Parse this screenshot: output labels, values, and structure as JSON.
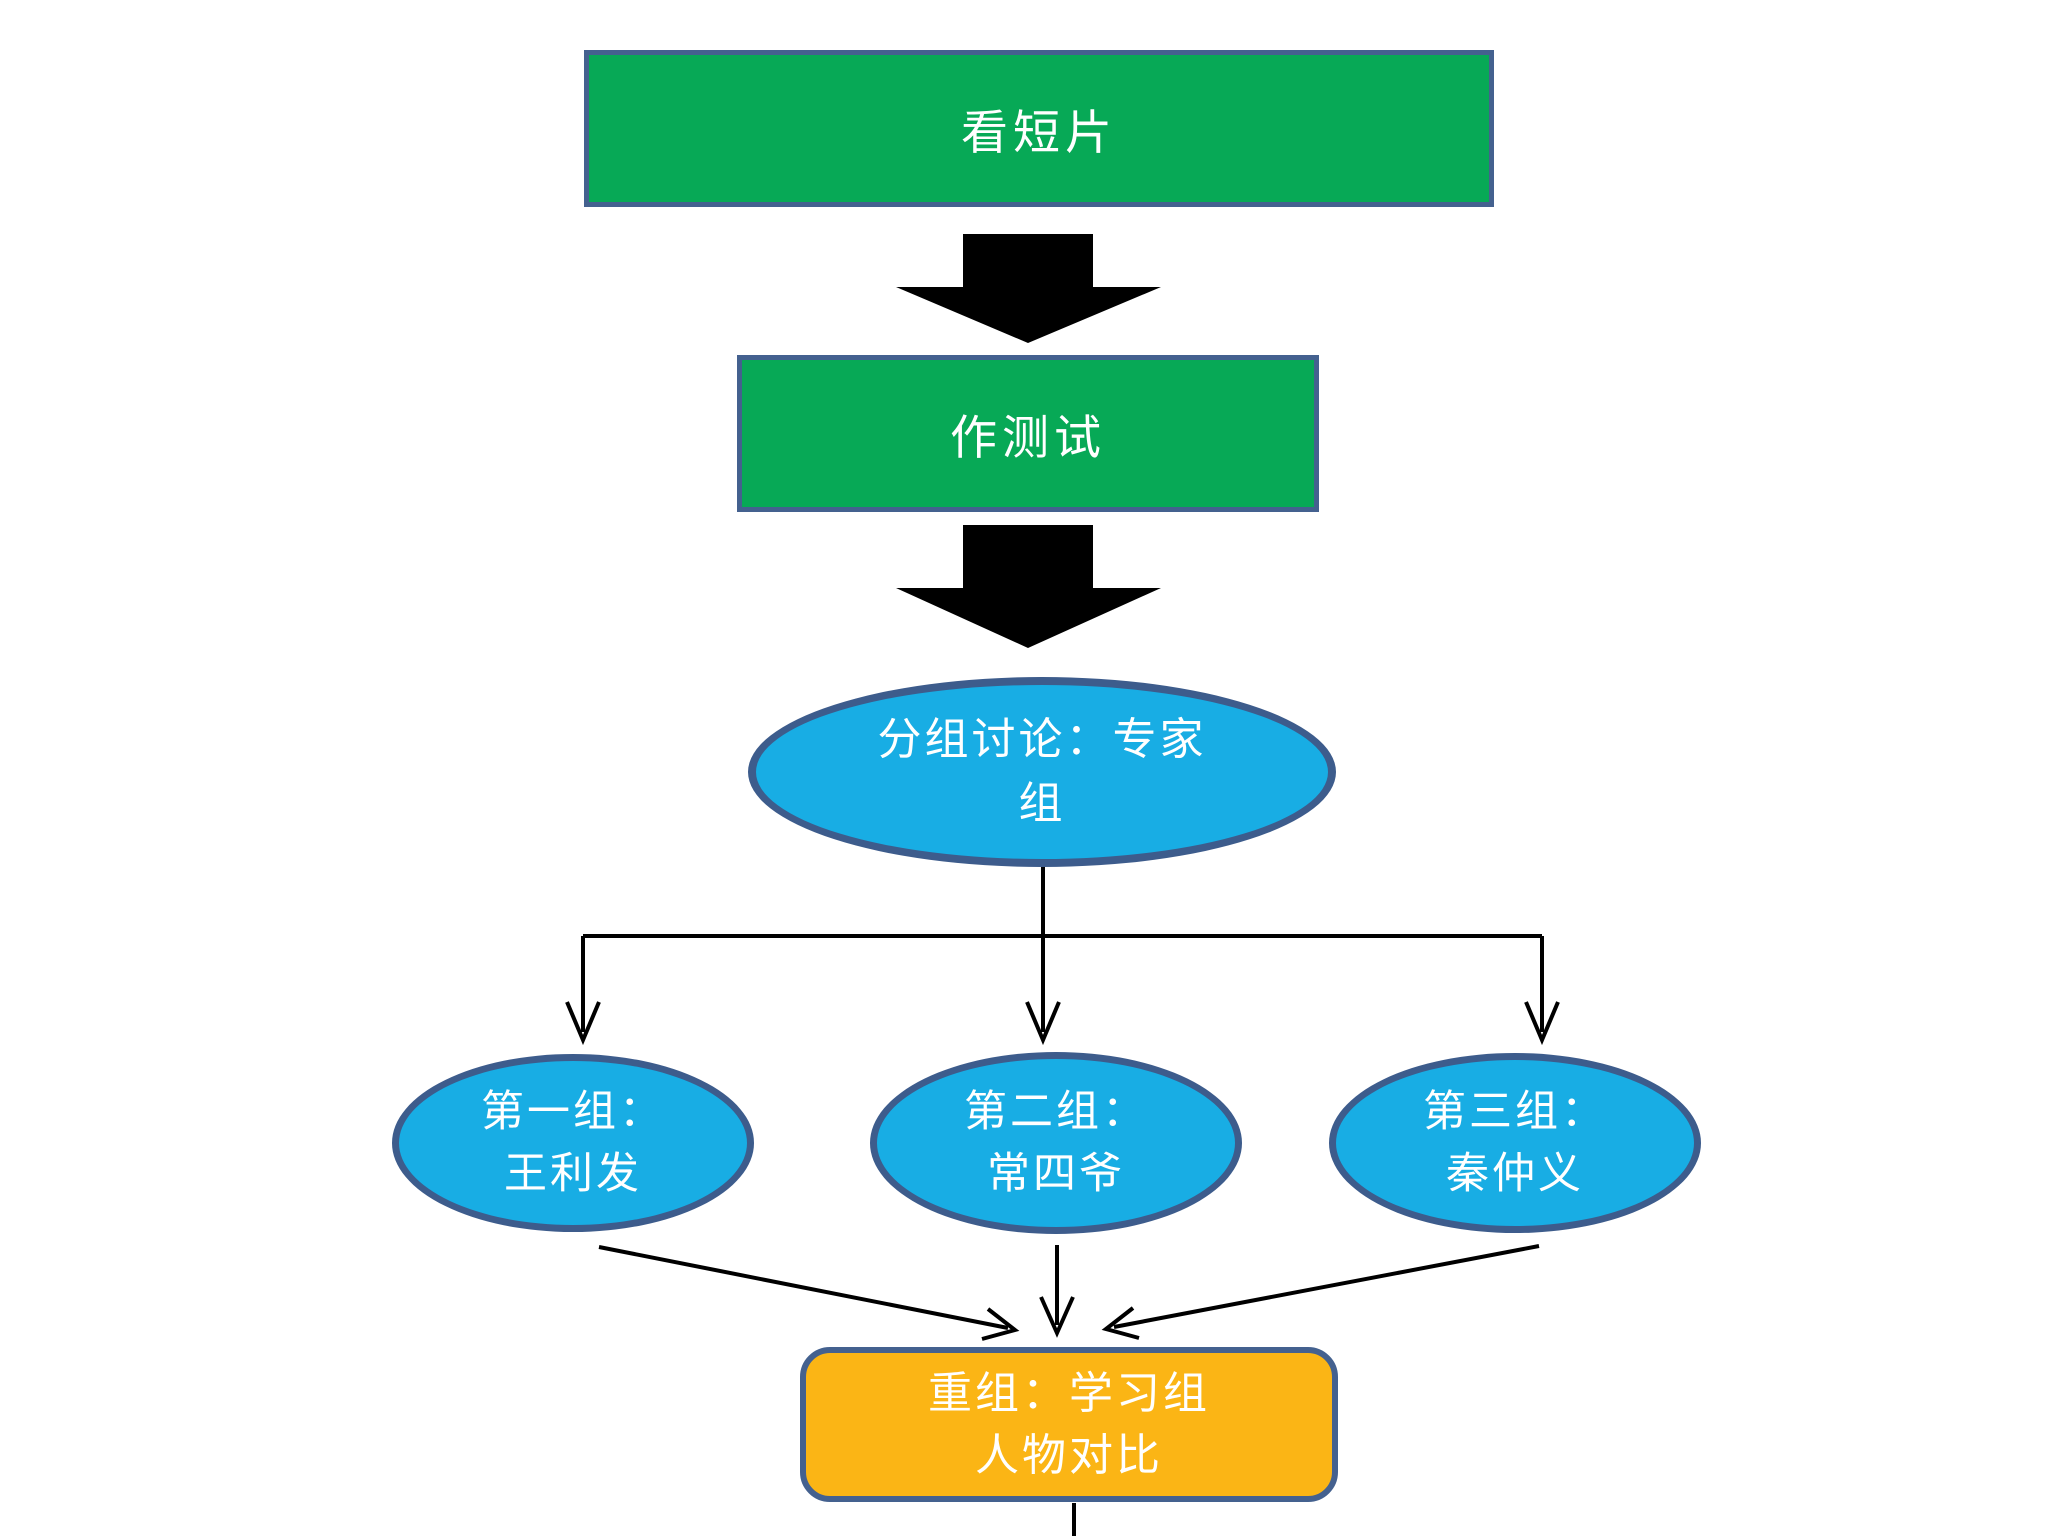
{
  "diagram": {
    "type": "flowchart",
    "background": "#ffffff",
    "colors": {
      "step_fill_green": "#07A956",
      "group_fill_blue": "#18ADE4",
      "result_fill_orange": "#FBB515",
      "outline_navy": "#44618F",
      "arrow_black": "#000000",
      "text_white": "#FFFFFF"
    },
    "nodes": {
      "watch_video": {
        "label": "看短片"
      },
      "take_test": {
        "label": "作测试"
      },
      "expert_discussion": {
        "line1": "分组讨论：专家",
        "line2": "组"
      },
      "group1": {
        "line1": "第一组：",
        "line2": "王利发"
      },
      "group2": {
        "line1": "第二组：",
        "line2": "常四爷"
      },
      "group3": {
        "line1": "第三组：",
        "line2": "秦仲义"
      },
      "regroup": {
        "line1": "重组：学习组",
        "line2": "人物对比"
      }
    },
    "edges": [
      "watch_video -> take_test",
      "take_test -> expert_discussion",
      "expert_discussion -> group1",
      "expert_discussion -> group2",
      "expert_discussion -> group3",
      "group1 -> regroup",
      "group2 -> regroup",
      "group3 -> regroup",
      "regroup -> (continues below)"
    ]
  }
}
